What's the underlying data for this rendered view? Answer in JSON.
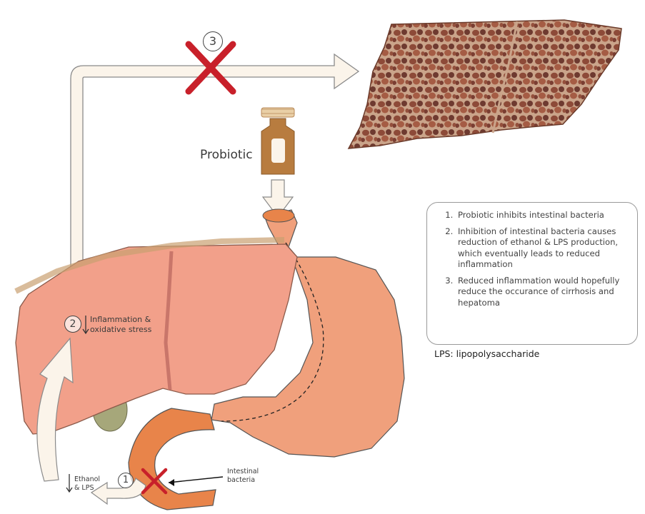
{
  "labels": {
    "probiotic": "Probiotic",
    "inflammation": "Inflammation &\noxidative stress",
    "ethanol": "Ethanol\n& LPS",
    "intestinal_bacteria": "Intestinal\nbacteria",
    "lps_definition": "LPS: lipopolysaccharide"
  },
  "steps": [
    "1",
    "2",
    "3"
  ],
  "legend": [
    "Probiotic inhibits intestinal bacteria",
    "Inhibition of intestinal bacteria causes reduction of ethanol & LPS production, which eventually leads to reduced inflammation",
    "Reduced inflammation would hopefully reduce the occurance of cirrhosis and hepatoma"
  ],
  "colors": {
    "liver": "#f2a08a",
    "liver_edge": "#c9766a",
    "stomach": "#f0a07c",
    "intestine": "#e8844a",
    "gallbladder": "#a6a77a",
    "cirrhotic_liver": "#8a4a36",
    "probiotic_bottle": "#b87c3f",
    "cross": "#c8202a",
    "arrow_fill": "#fbf4ea"
  }
}
